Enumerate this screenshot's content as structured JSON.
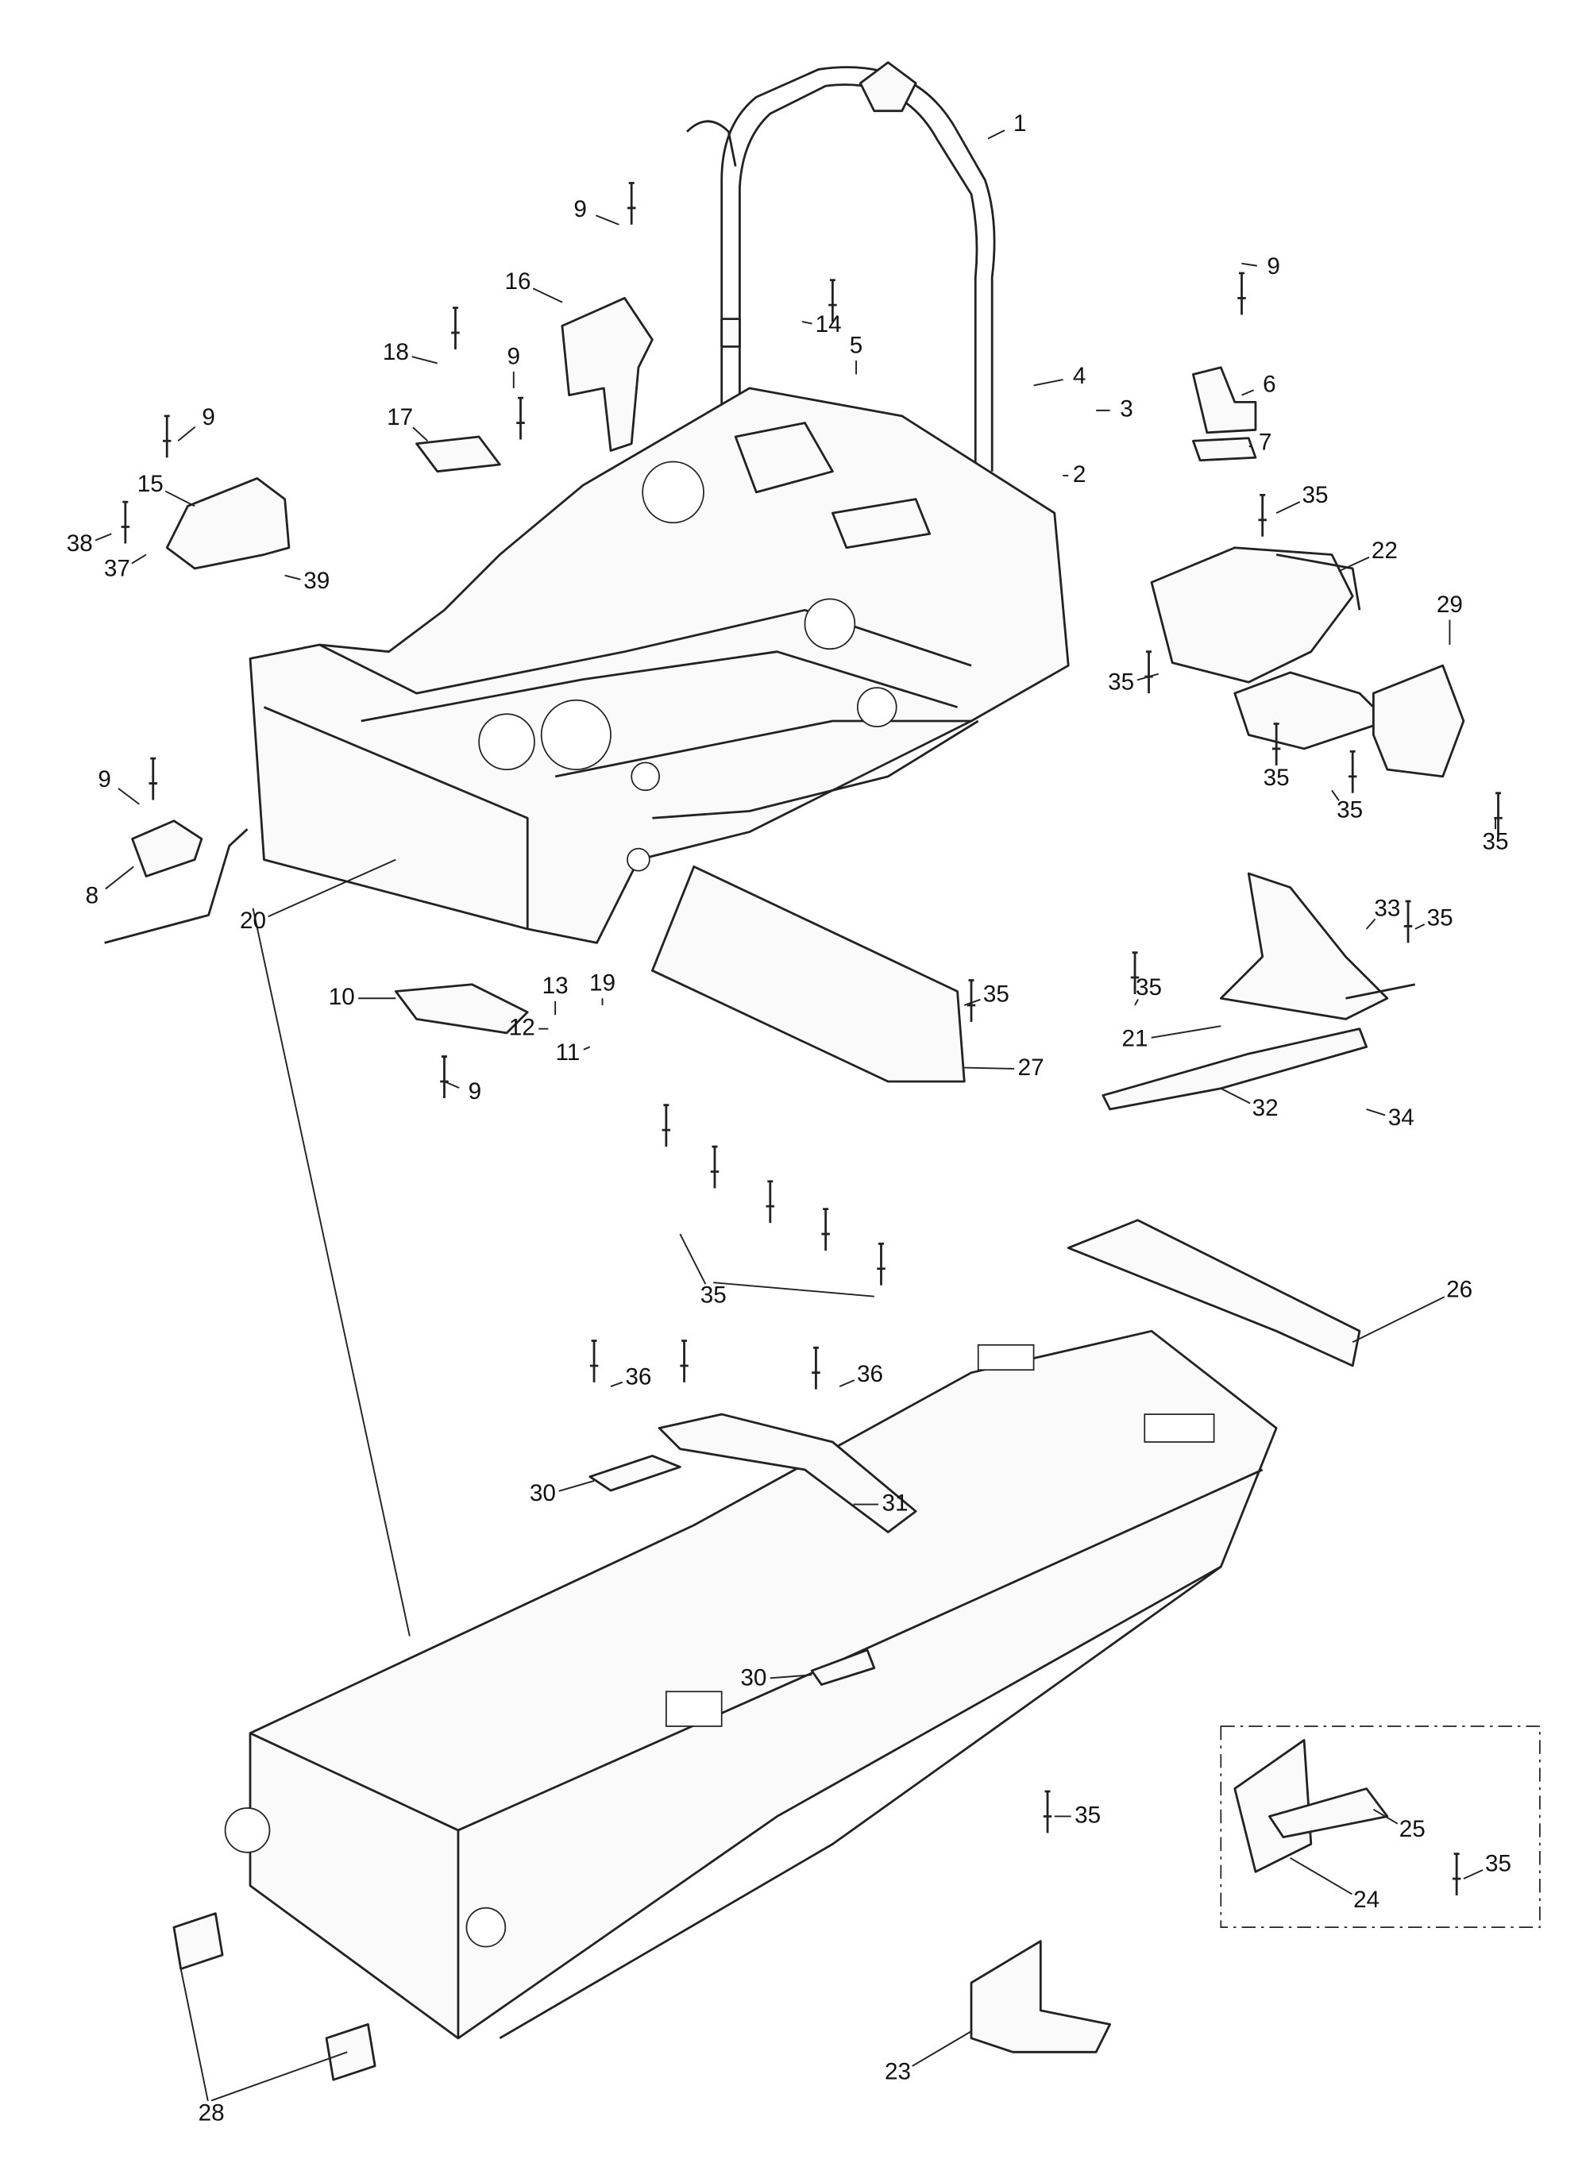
{
  "title": "Frame exploded parts diagram",
  "callouts": [
    {
      "id": "c1",
      "label": "1",
      "part": "rops-bar"
    },
    {
      "id": "c9a",
      "label": "9",
      "part": "rivet"
    },
    {
      "id": "c16",
      "label": "16",
      "part": "steering-bracket"
    },
    {
      "id": "c14",
      "label": "14",
      "part": "rivet"
    },
    {
      "id": "c18",
      "label": "18",
      "part": "rivet"
    },
    {
      "id": "c9b",
      "label": "9",
      "part": "rivet"
    },
    {
      "id": "c5",
      "label": "5",
      "part": "grommet"
    },
    {
      "id": "c4",
      "label": "4",
      "part": "washer"
    },
    {
      "id": "c3",
      "label": "3",
      "part": "bolt"
    },
    {
      "id": "c9c",
      "label": "9",
      "part": "rivet"
    },
    {
      "id": "c6",
      "label": "6",
      "part": "bracket"
    },
    {
      "id": "c7",
      "label": "7",
      "part": "plate"
    },
    {
      "id": "c35a",
      "label": "35",
      "part": "rivet"
    },
    {
      "id": "c2",
      "label": "2",
      "part": "bolt"
    },
    {
      "id": "c17",
      "label": "17",
      "part": "stud-plate"
    },
    {
      "id": "c9d",
      "label": "9",
      "part": "rivet"
    },
    {
      "id": "c15",
      "label": "15",
      "part": "support-plate"
    },
    {
      "id": "c38",
      "label": "38",
      "part": "rivet"
    },
    {
      "id": "c37",
      "label": "37",
      "part": "clip"
    },
    {
      "id": "c39",
      "label": "39",
      "part": "washer"
    },
    {
      "id": "c22",
      "label": "22",
      "part": "footrest"
    },
    {
      "id": "c29",
      "label": "29",
      "part": "bracket"
    },
    {
      "id": "c35b",
      "label": "35",
      "part": "rivet"
    },
    {
      "id": "c35c",
      "label": "35",
      "part": "rivet"
    },
    {
      "id": "c35d",
      "label": "35",
      "part": "rivet"
    },
    {
      "id": "c35e",
      "label": "35",
      "part": "rivet"
    },
    {
      "id": "c9e",
      "label": "9",
      "part": "rivet"
    },
    {
      "id": "c8",
      "label": "8",
      "part": "cable-clip"
    },
    {
      "id": "c20",
      "label": "20",
      "part": "front-frame"
    },
    {
      "id": "c10",
      "label": "10",
      "part": "hinge"
    },
    {
      "id": "c13",
      "label": "13",
      "part": "washer"
    },
    {
      "id": "c19",
      "label": "19",
      "part": "threadlocker"
    },
    {
      "id": "c12",
      "label": "12",
      "part": "lock-washer"
    },
    {
      "id": "c11",
      "label": "11",
      "part": "screw"
    },
    {
      "id": "c9f",
      "label": "9",
      "part": "rivet"
    },
    {
      "id": "c35f",
      "label": "35",
      "part": "rivet"
    },
    {
      "id": "c27",
      "label": "27",
      "part": "deflector"
    },
    {
      "id": "c33",
      "label": "33",
      "part": "bolt"
    },
    {
      "id": "c35g",
      "label": "35",
      "part": "rivet"
    },
    {
      "id": "c35h",
      "label": "35",
      "part": "rivet"
    },
    {
      "id": "c21",
      "label": "21",
      "part": "side-bracket"
    },
    {
      "id": "c32",
      "label": "32",
      "part": "brace"
    },
    {
      "id": "c34",
      "label": "34",
      "part": "nut"
    },
    {
      "id": "c35i",
      "label": "35",
      "part": "rivets"
    },
    {
      "id": "c26",
      "label": "26",
      "part": "heat-shield"
    },
    {
      "id": "c36a",
      "label": "36",
      "part": "rivet"
    },
    {
      "id": "c36b",
      "label": "36",
      "part": "rivet"
    },
    {
      "id": "c30a",
      "label": "30",
      "part": "bracket"
    },
    {
      "id": "c31",
      "label": "31",
      "part": "cross-brace"
    },
    {
      "id": "c30b",
      "label": "30",
      "part": "bracket"
    },
    {
      "id": "c35j",
      "label": "35",
      "part": "rivet"
    },
    {
      "id": "c25",
      "label": "25",
      "part": "tab"
    },
    {
      "id": "c35k",
      "label": "35",
      "part": "rivet"
    },
    {
      "id": "c24",
      "label": "24",
      "part": "plate"
    },
    {
      "id": "c23",
      "label": "23",
      "part": "angle-bracket"
    },
    {
      "id": "c28",
      "label": "28",
      "part": "gusset-plates"
    }
  ]
}
